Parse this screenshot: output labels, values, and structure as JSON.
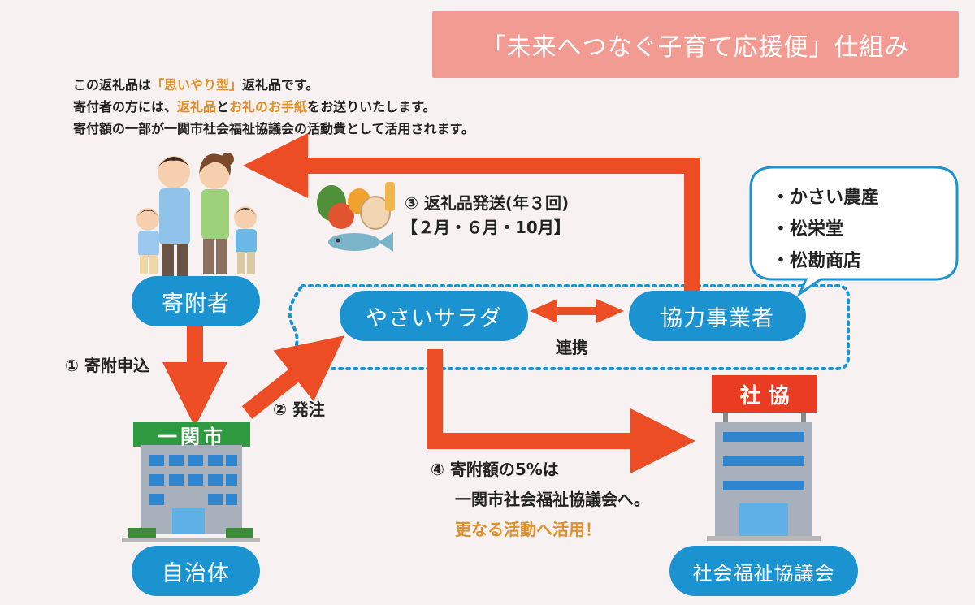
{
  "title": "「未来へつなぐ子育て応援便」仕組み",
  "intro": {
    "line1_a": "この返礼品は",
    "line1_hl": "「思いやり型」",
    "line1_b": "返礼品です。",
    "line2_a": "寄付者の方には、",
    "line2_hl1": "返礼品",
    "line2_b": "と",
    "line2_hl2": "お礼のお手紙",
    "line2_c": "をお送りいたします。",
    "line3": "寄付額の一部が一関市社会福祉協議会の活動費として活用されます。"
  },
  "nodes": {
    "donor": "寄附者",
    "city": "自治体",
    "yasai": "やさいサラダ",
    "partner": "協力事業者",
    "welfare": "社会福祉協議会"
  },
  "building_signs": {
    "city": "一関市",
    "welfare": "社 協"
  },
  "steps": {
    "s1": "① 寄附申込",
    "s2": "② 発注",
    "s3_line1": "③ 返礼品発送(年３回)",
    "s3_line2": "【２月・６月・10月】",
    "s4_line1": "④ 寄附額の5%は",
    "s4_line2": "一関市社会福祉協議会へ。",
    "s4_line3": "更なる活動へ活用！",
    "link": "連携"
  },
  "partners": [
    "かさい農産",
    "松栄堂",
    "松勘商店"
  ],
  "colors": {
    "accent_blue": "#1c93d1",
    "arrow_red": "#ec4d25",
    "title_pink": "#f29b93",
    "highlight_orange": "#e0902a"
  }
}
